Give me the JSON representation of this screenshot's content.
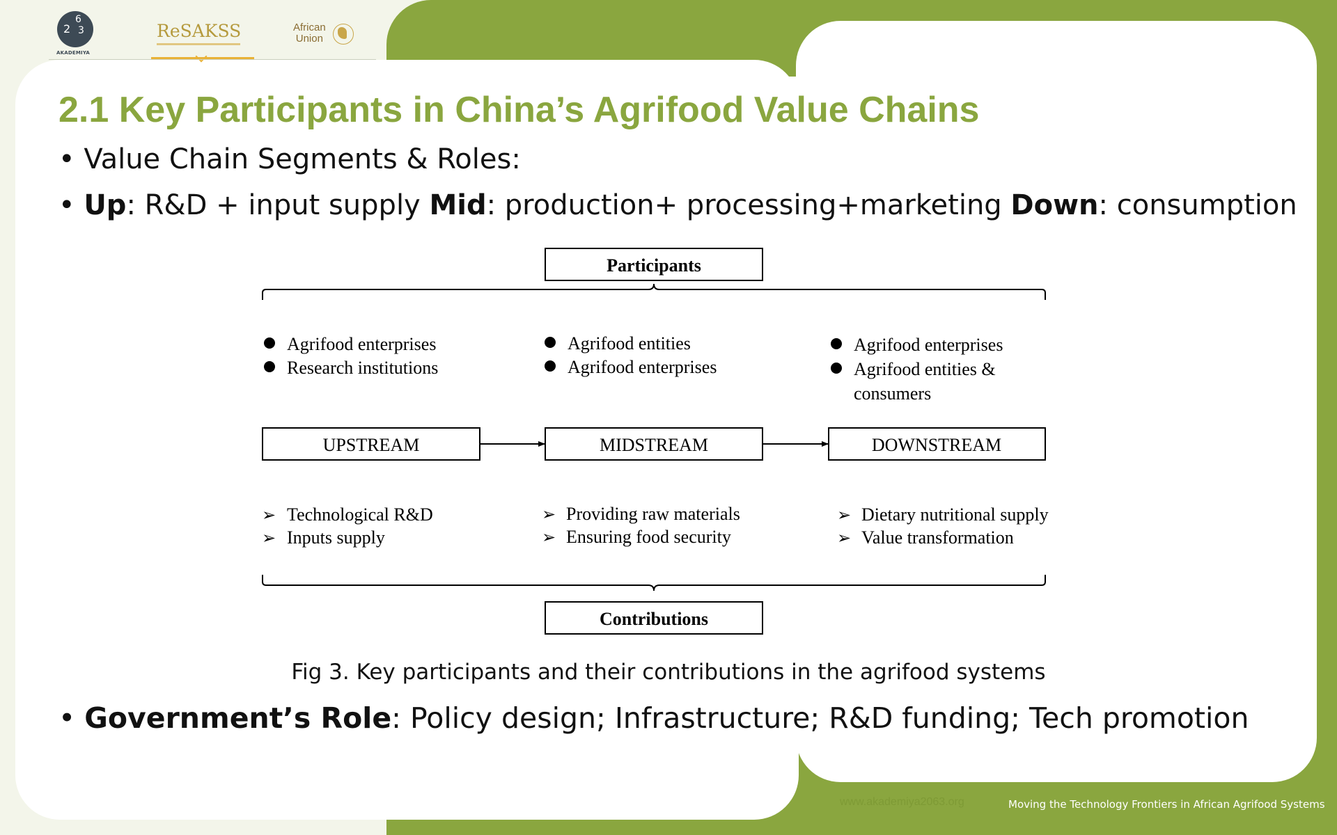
{
  "logos": {
    "akademiya": {
      "digits": [
        "2",
        "6",
        "3"
      ],
      "name": "AKADEMIYA"
    },
    "resakss": "ReSAKSS",
    "african_union": {
      "line1": "African",
      "line2": "Union"
    }
  },
  "slide": {
    "title": "2.1 Key Participants in China’s Agrifood Value Chains",
    "bullet_segments": "Value Chain Segments & Roles:",
    "bullet_roles": {
      "up_label": "Up",
      "up_text": ": R&D + input supply ",
      "mid_label": "Mid",
      "mid_text": ": production+ processing+marketing ",
      "down_label": "Down",
      "down_text": ": consumption"
    },
    "bullet_government": {
      "label": "Government’s Role",
      "text": ": Policy design; Infrastructure; R&D funding; Tech promotion"
    },
    "caption": "Fig 3. Key participants and their contributions in the agrifood systems"
  },
  "diagram": {
    "participants_label": "Participants",
    "contributions_label": "Contributions",
    "stages": [
      {
        "name": "UPSTREAM",
        "participants": [
          "Agrifood enterprises",
          "Research institutions"
        ],
        "contributions": [
          "Technological R&D",
          "Inputs supply"
        ]
      },
      {
        "name": "MIDSTREAM",
        "participants": [
          "Agrifood entities",
          "Agrifood enterprises"
        ],
        "contributions": [
          "Providing raw materials",
          "Ensuring food security"
        ]
      },
      {
        "name": "DOWNSTREAM",
        "participants": [
          "Agrifood enterprises",
          "Agrifood entities &",
          "consumers"
        ],
        "contributions": [
          "Dietary nutritional supply",
          "Value transformation"
        ]
      }
    ]
  },
  "footer": {
    "left": "www.akademiya2063.org",
    "right": "Moving the Technology Frontiers in African Agrifood Systems"
  }
}
